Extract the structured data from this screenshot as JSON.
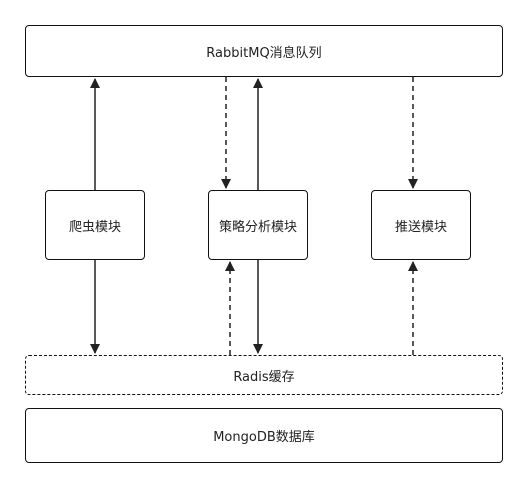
{
  "diagram": {
    "nodes": {
      "mq": "RabbitMQ消息队列",
      "crawler": "爬虫模块",
      "strategy": "策略分析模块",
      "push": "推送模块",
      "redis": "Radis缓存",
      "mongo": "MongoDB数据库"
    },
    "edges": [
      {
        "from": "crawler",
        "to": "mq",
        "style": "solid"
      },
      {
        "from": "crawler",
        "to": "redis",
        "style": "solid"
      },
      {
        "from": "mq",
        "to": "strategy",
        "style": "dashed"
      },
      {
        "from": "strategy",
        "to": "mq",
        "style": "solid"
      },
      {
        "from": "redis",
        "to": "strategy",
        "style": "dashed"
      },
      {
        "from": "strategy",
        "to": "redis",
        "style": "solid"
      },
      {
        "from": "mq",
        "to": "push",
        "style": "dashed"
      },
      {
        "from": "redis",
        "to": "push",
        "style": "dashed"
      }
    ]
  }
}
